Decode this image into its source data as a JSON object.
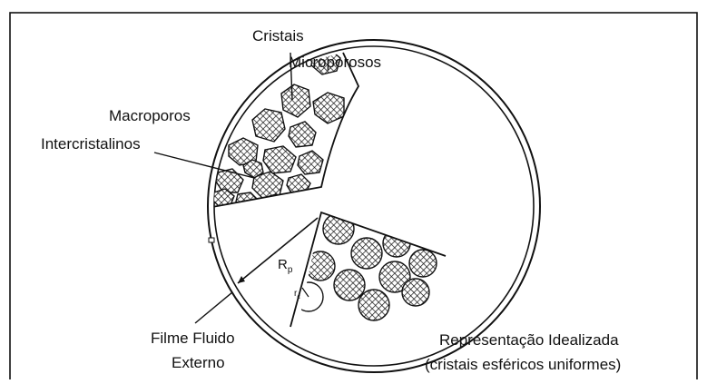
{
  "labels": {
    "cristais": "Cristais",
    "microporosos": "Microporosos",
    "macroporos": "Macroporos",
    "intercristalinos": "Intercristalinos",
    "rp_main": "R",
    "rp_sub": "p",
    "rc_main": "r",
    "rc_sub": "c",
    "filme_line1": "Filme Fluido",
    "filme_line2": "Externo",
    "repr_line1": "Representação Idealizada",
    "repr_line2": "(cristais esféricos uniformes)"
  },
  "colors": {
    "ink": "#111111",
    "background": "#ffffff"
  }
}
